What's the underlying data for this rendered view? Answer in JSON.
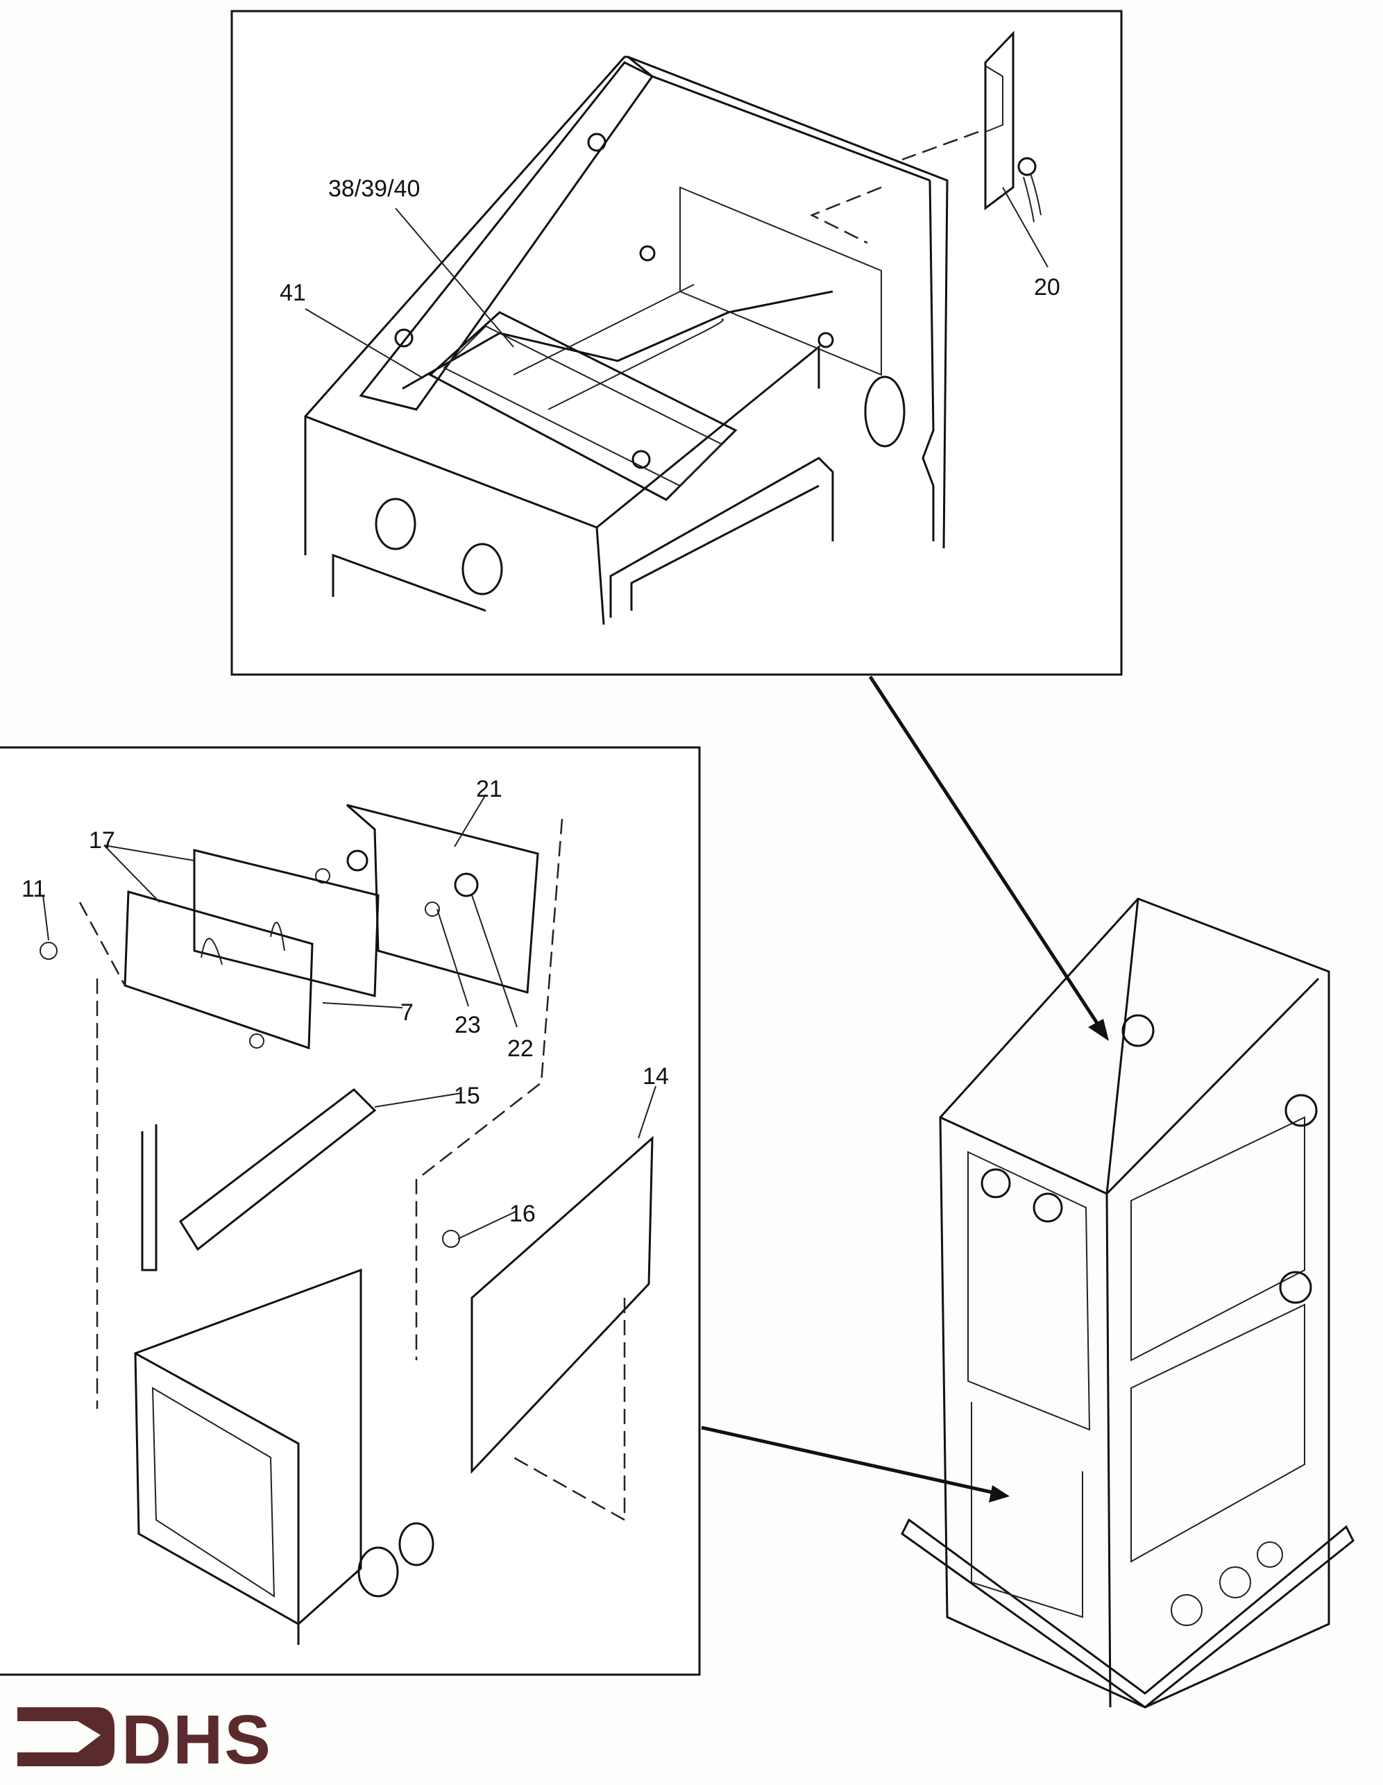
{
  "logo": {
    "text": "DHS",
    "color": "#5a2a2c"
  },
  "callouts": {
    "top_view": [
      "38/39/40",
      "41",
      "20"
    ],
    "exploded_view": [
      "21",
      "17",
      "11",
      "7",
      "23",
      "22",
      "15",
      "14",
      "16"
    ]
  }
}
